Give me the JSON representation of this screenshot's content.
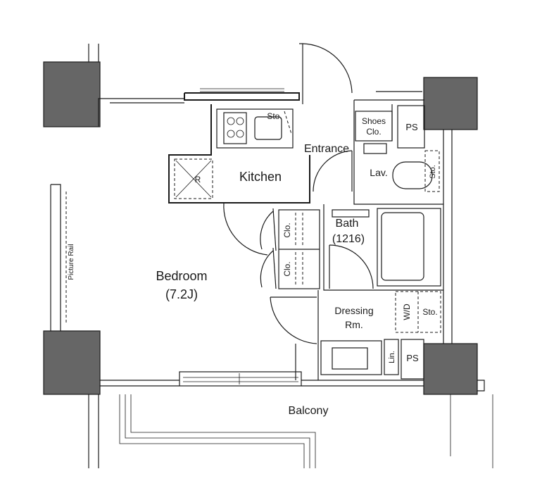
{
  "rooms": {
    "bedroom": "Bedroom",
    "bedroom_size": "(7.2J)",
    "kitchen": "Kitchen",
    "entrance": "Entrance",
    "lav": "Lav.",
    "bath": "Bath",
    "bath_size": "(1216)",
    "dressing": "Dressing",
    "dressing_rm": "Rm.",
    "balcony": "Balcony"
  },
  "fixtures": {
    "sto_kitchen": "Sto.",
    "shoes": "Shoes",
    "shoes_clo": "Clo.",
    "ps_top": "PS",
    "ps_bottom": "PS",
    "sto_lav": "Sto.",
    "refrigerator": "R",
    "clo_upper": "Clo.",
    "clo_lower": "Clo.",
    "wd": "W/D",
    "sto_dressing": "Sto.",
    "lin": "Lin.",
    "picture_rail": "Picture Rail"
  },
  "colors": {
    "column": "#666666",
    "line": "#1a1a1a"
  }
}
